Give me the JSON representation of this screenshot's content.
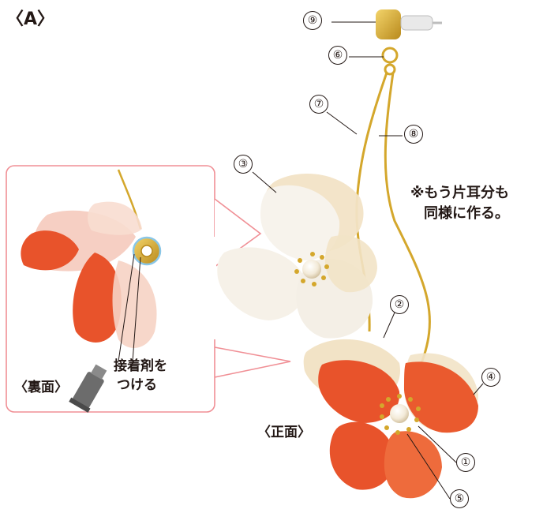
{
  "figure_label": "〈A〉",
  "note": {
    "line1": "※もう片耳分も",
    "line2": "同様に作る。"
  },
  "inset": {
    "view_label": "〈裏面〉",
    "glue_line1": "接着剤を",
    "glue_line2": "つける"
  },
  "front_view_label": "〈正面〉",
  "part_numbers": {
    "p1": "①",
    "p2": "②",
    "p3": "③",
    "p4": "④",
    "p5": "⑤",
    "p6": "⑥",
    "p7": "⑦",
    "p8": "⑧",
    "p9": "⑨"
  },
  "colors": {
    "inset_border": "#f08f95",
    "orange_petal": "#e8532b",
    "white_petal": "#f4efe6",
    "cream_petal": "#f2e3c6",
    "gold": "#d4a72c"
  }
}
